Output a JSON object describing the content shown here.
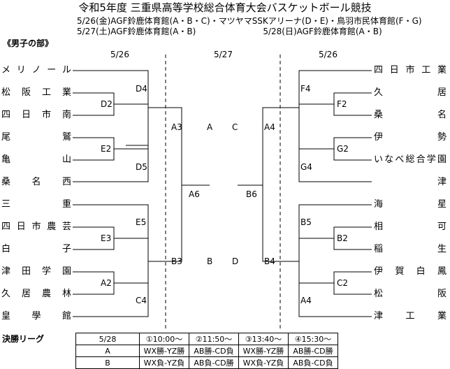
{
  "title": "令和5年度 三重県高等学校総合体育大会バスケットボール競技",
  "venues": [
    "5/26(金)AGF鈴鹿体育館(A・B・C)・マツヤマSSKアリーナ(D・E)・鳥羽市民体育館(F・G)",
    "5/27(土)AGF鈴鹿体育館(A・B)　　　　　　　　5/28(日)AGF鈴鹿体育館(A・B)"
  ],
  "section": "《男子の部》",
  "dates": {
    "left": "5/26",
    "center": "5/27",
    "right": "5/26"
  },
  "left_teams": [
    "メリノール",
    "松阪工業",
    "四日市南",
    "尾鷲",
    "亀山",
    "桑名西",
    "三重",
    "四日市農芸",
    "白子",
    "津田学園",
    "久居農林",
    "皇學館"
  ],
  "right_teams": [
    "四日市工業",
    "久居",
    "桑名",
    "伊勢",
    "いなべ総合学園",
    "津",
    "海星",
    "相可",
    "稲生",
    "伊賀白鳳",
    "松阪",
    "津工業"
  ],
  "codes": {
    "D4": "D4",
    "D2": "D2",
    "E2": "E2",
    "D5": "D5",
    "E5": "E5",
    "E3": "E3",
    "A2": "A2",
    "C4": "C4",
    "A3": "A3",
    "B3": "B3",
    "A6": "A6",
    "F4": "F4",
    "F2": "F2",
    "G2": "G2",
    "G4": "G4",
    "B5": "B5",
    "B2": "B2",
    "C2": "C2",
    "A4": "A4",
    "A4c": "A4",
    "B4": "B4",
    "B6": "B6",
    "A": "A",
    "B": "B",
    "C": "C",
    "D": "D"
  },
  "finals": {
    "label": "決勝リーグ",
    "header": [
      "5/28",
      "①10:00～",
      "②11:50～",
      "③13:40～",
      "④15:30～"
    ],
    "rows": [
      [
        "A",
        "WX勝-YZ勝",
        "AB勝-CD負",
        "WX勝-YZ勝",
        "AB勝-CD勝"
      ],
      [
        "B",
        "WX負-YZ負",
        "AB負-CD勝",
        "WX負-YZ負",
        "AB負-CD負"
      ]
    ]
  }
}
